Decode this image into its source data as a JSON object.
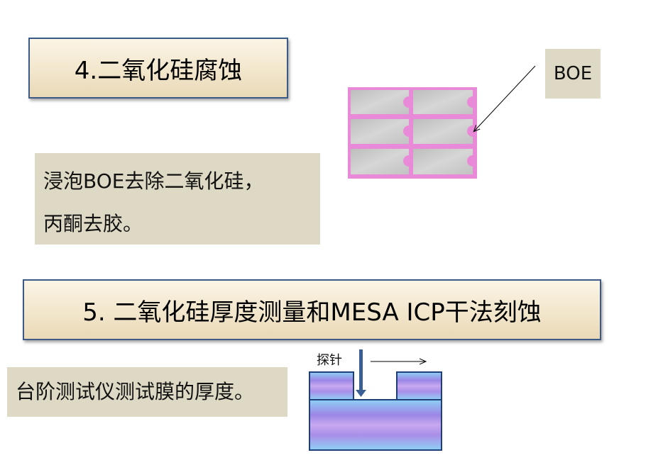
{
  "section4": {
    "title": "4.二氧化硅腐蚀",
    "description_line1": "浸泡BOE去除二氧化硅，",
    "description_line2": "丙酮去胶。",
    "etchant_label": "BOE"
  },
  "section5": {
    "title": "5. 二氧化硅厚度测量和MESA ICP干法刻蚀",
    "description": "台阶测试仪测试膜的厚度。",
    "probe_label": "探针"
  },
  "colors": {
    "wafer_frame": "#e98ad8",
    "chip": "#c9c9c9",
    "title_border": "#3b5a85",
    "note_bg": "#ddd9c4"
  }
}
